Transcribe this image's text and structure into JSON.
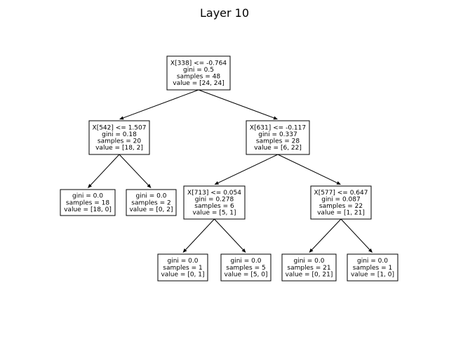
{
  "title": "Layer 10",
  "tree": {
    "nodes": [
      {
        "id": "n0",
        "lines": [
          "X[338] <= -0.764",
          "gini = 0.5",
          "samples = 48",
          "value = [24, 24]"
        ]
      },
      {
        "id": "n1",
        "lines": [
          "X[542] <= 1.507",
          "gini = 0.18",
          "samples = 20",
          "value = [18, 2]"
        ]
      },
      {
        "id": "n2",
        "lines": [
          "gini = 0.0",
          "samples = 18",
          "value = [18, 0]"
        ]
      },
      {
        "id": "n3",
        "lines": [
          "gini = 0.0",
          "samples = 2",
          "value = [0, 2]"
        ]
      },
      {
        "id": "n4",
        "lines": [
          "X[631] <= -0.117",
          "gini = 0.337",
          "samples = 28",
          "value = [6, 22]"
        ]
      },
      {
        "id": "n5",
        "lines": [
          "X[713] <= 0.054",
          "gini = 0.278",
          "samples = 6",
          "value = [5, 1]"
        ]
      },
      {
        "id": "n6",
        "lines": [
          "gini = 0.0",
          "samples = 1",
          "value = [0, 1]"
        ]
      },
      {
        "id": "n7",
        "lines": [
          "gini = 0.0",
          "samples = 5",
          "value = [5, 0]"
        ]
      },
      {
        "id": "n8",
        "lines": [
          "X[577] <= 0.647",
          "gini = 0.087",
          "samples = 22",
          "value = [1, 21]"
        ]
      },
      {
        "id": "n9",
        "lines": [
          "gini = 0.0",
          "samples = 21",
          "value = [0, 21]"
        ]
      },
      {
        "id": "n10",
        "lines": [
          "gini = 0.0",
          "samples = 1",
          "value = [1, 0]"
        ]
      }
    ],
    "edges": [
      [
        "n0",
        "n1"
      ],
      [
        "n0",
        "n4"
      ],
      [
        "n1",
        "n2"
      ],
      [
        "n1",
        "n3"
      ],
      [
        "n4",
        "n5"
      ],
      [
        "n4",
        "n8"
      ],
      [
        "n5",
        "n6"
      ],
      [
        "n5",
        "n7"
      ],
      [
        "n8",
        "n9"
      ],
      [
        "n8",
        "n10"
      ]
    ]
  }
}
